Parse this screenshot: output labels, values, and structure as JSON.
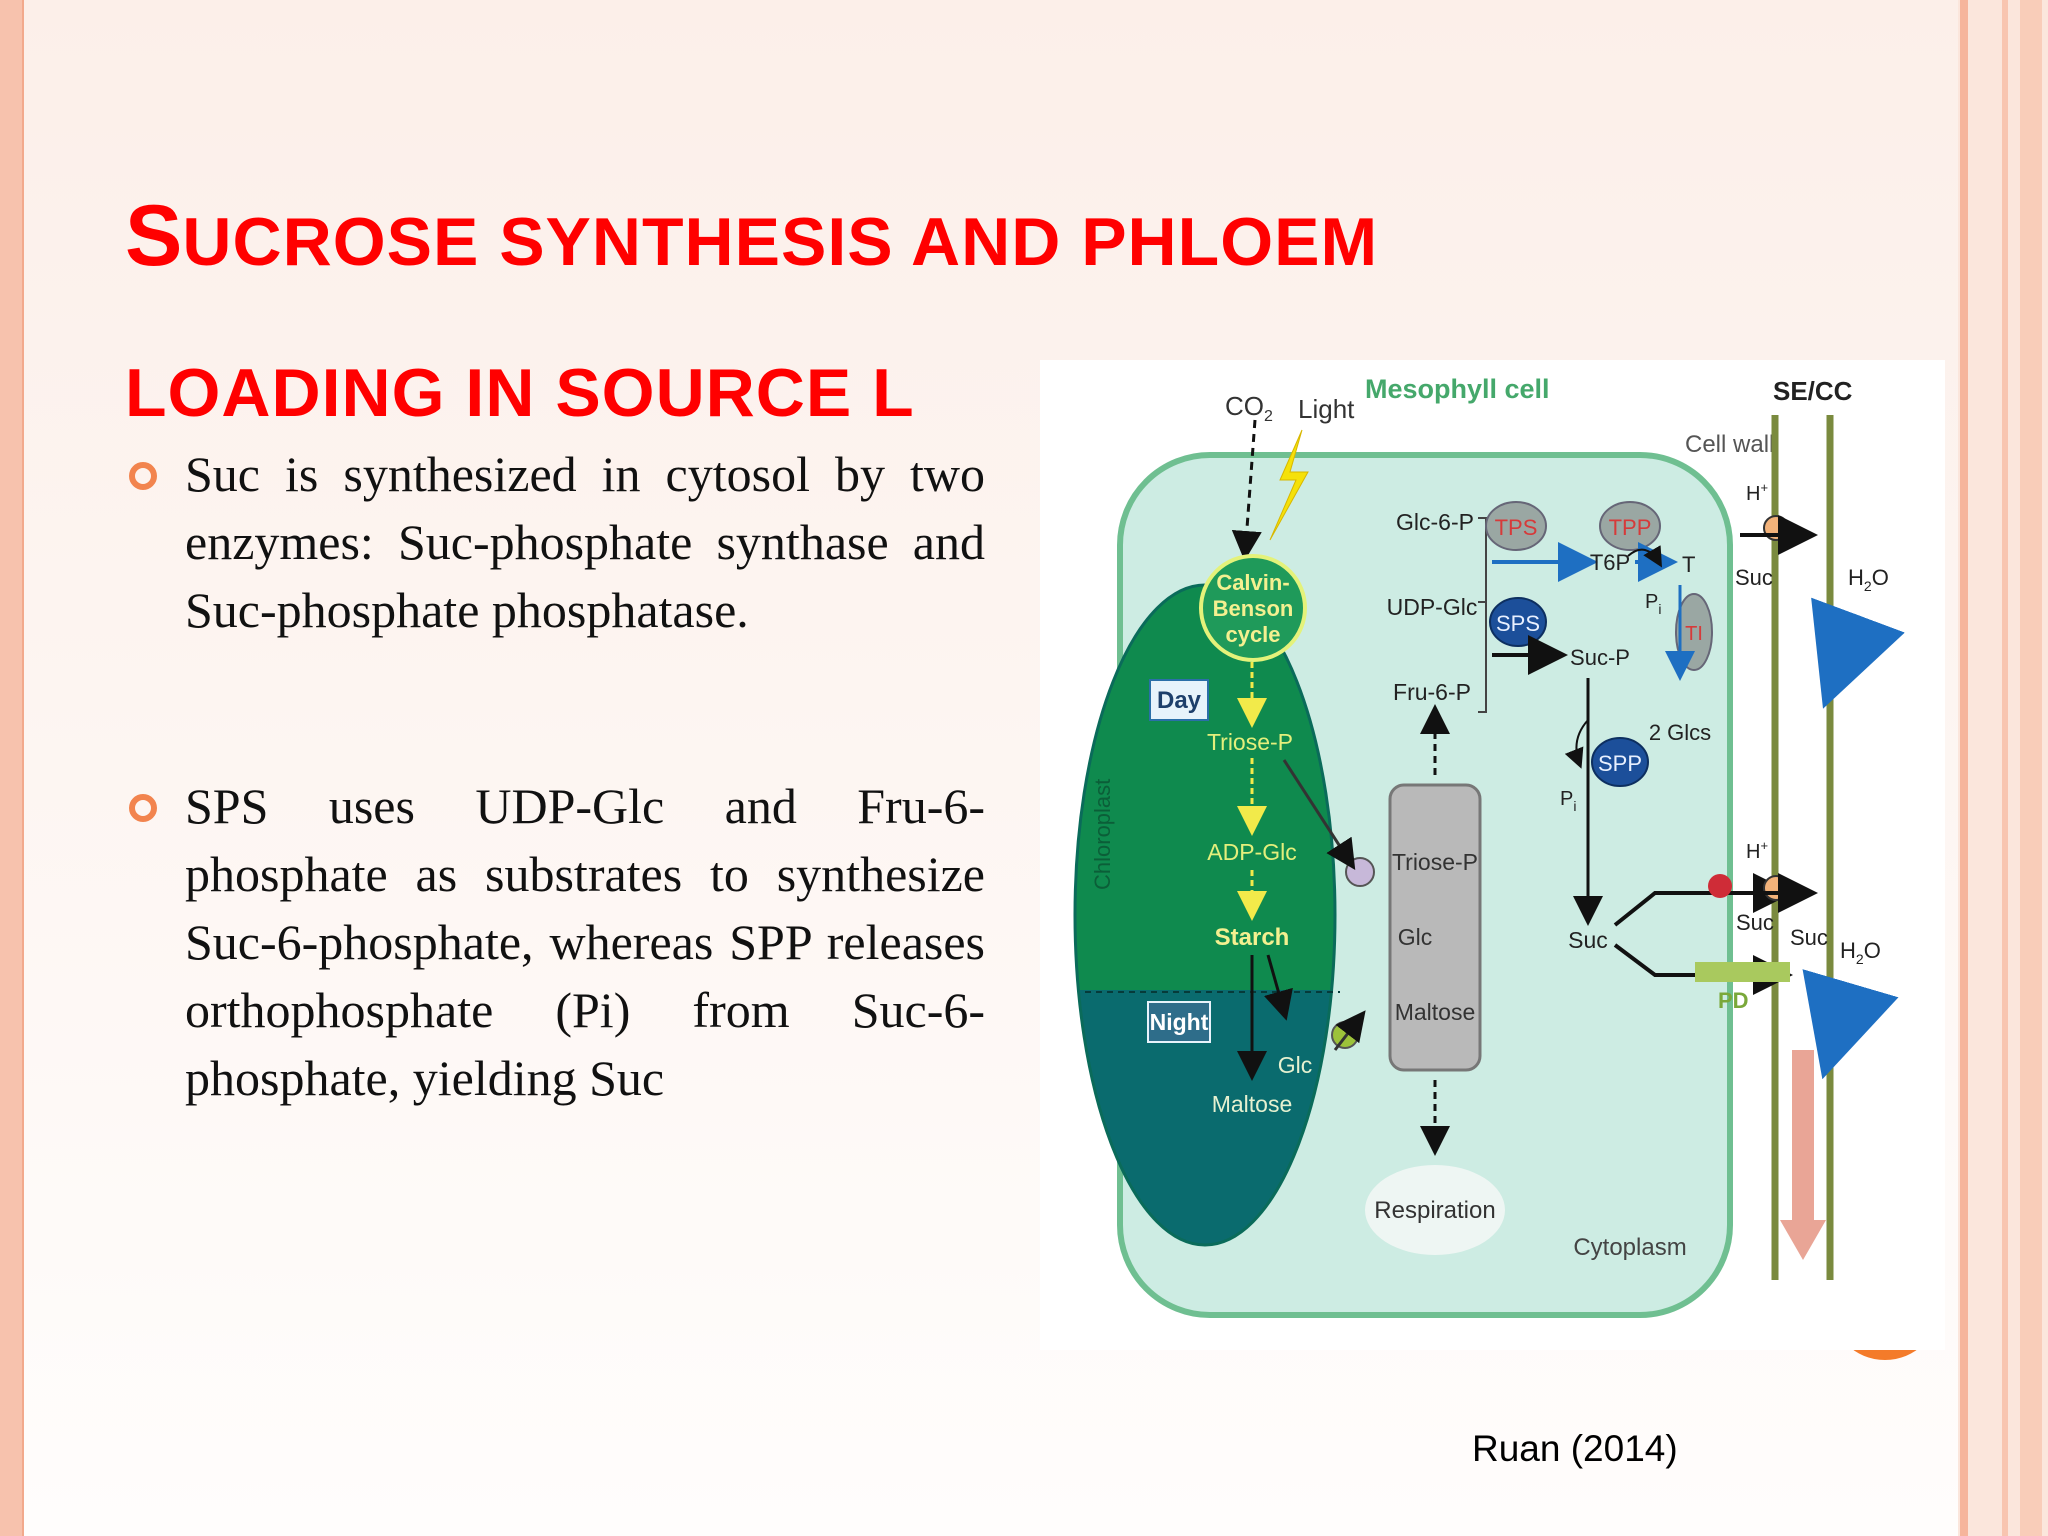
{
  "slide": {
    "title_line1_first": "S",
    "title_line1_rest": "UCROSE SYNTHESIS AND PHLOEM",
    "title_line2": "LOADING IN SOURCE L",
    "bullets": [
      "Suc is synthesized in cytosol by two enzymes: Suc-phosphate synthase and Suc-phosphate phosphatase.",
      "SPS uses UDP-Glc and Fru-6-phosphate as substrates to synthesize Suc-6-phosphate, whereas SPP releases orthophosphate (Pi) from Suc-6-phosphate, yielding Suc"
    ],
    "citation": "Ruan (2014)"
  },
  "diagram": {
    "co2": "CO",
    "co2_sub": "2",
    "light": "Light",
    "mesophyll_cell": "Mesophyll cell",
    "se_cc": "SE/CC",
    "cell_wall": "Cell wall",
    "calvin_line1": "Calvin-",
    "calvin_line2": "Benson",
    "calvin_line3": "cycle",
    "day": "Day",
    "night": "Night",
    "chloroplast": "Chloroplast",
    "triose_p_chloro": "Triose-P",
    "adp_glc": "ADP-Glc",
    "starch": "Starch",
    "glc_chloro": "Glc",
    "maltose_chloro": "Maltose",
    "glc6p": "Glc-6-P",
    "udp_glc": "UDP-Glc",
    "fru6p": "Fru-6-P",
    "tps": "TPS",
    "tpp": "TPP",
    "sps": "SPS",
    "spp": "SPP",
    "ti": "TI",
    "t6p": "T6P",
    "t": "T",
    "pi": "P",
    "pi_sub": "i",
    "two_glcs": "2 Glcs",
    "suc_p": "Suc-P",
    "suc": "Suc",
    "triose_p_cyto": "Triose-P",
    "glc_cyto": "Glc",
    "maltose_cyto": "Maltose",
    "respiration": "Respiration",
    "cytoplasm": "Cytoplasm",
    "h_plus": "H",
    "h2o": "H",
    "h2o_sub": "2",
    "h2o_o": "O",
    "pd": "PD"
  },
  "colors": {
    "title": "#ff0000",
    "bullet_marker": "#f2844e",
    "cell_fill": "#cdece3",
    "cell_border": "#6fbf91",
    "chloroplast_day": "#0f8a4e",
    "chloroplast_night": "#0a6b6e",
    "enzyme_grey": "#9aa7a3",
    "enzyme_blue": "#1c4f9a",
    "mesophyll_text": "#45a86b",
    "cell_wall": "#7a8a3e"
  }
}
